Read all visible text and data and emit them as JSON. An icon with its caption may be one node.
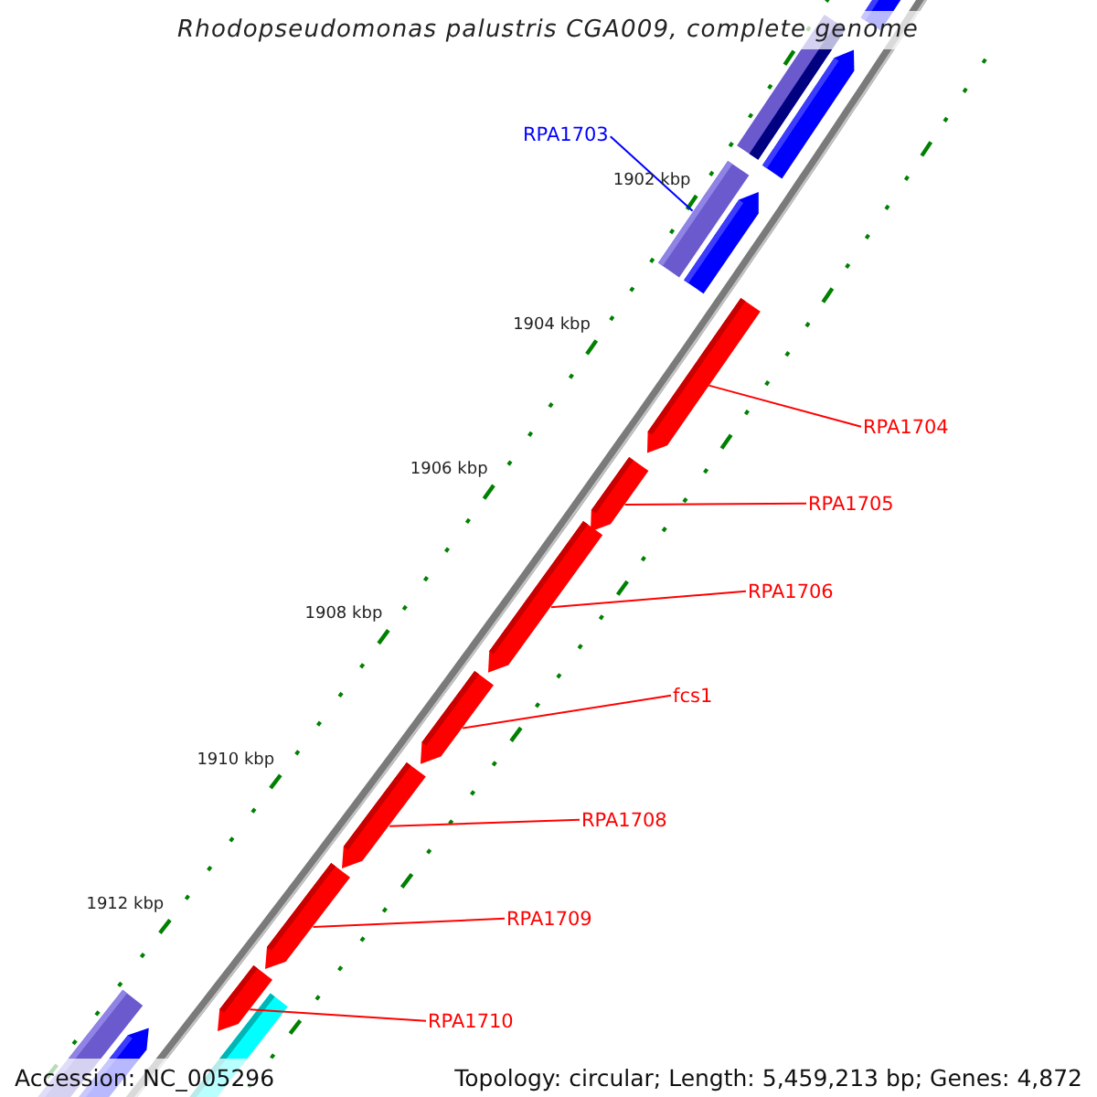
{
  "diagram": {
    "title": "Rhodopseudomonas palustris CGA009, complete genome",
    "nodes": [
      {
        "text": [
          "RPA1703"
        ]
      },
      {
        "text": [],
        "shape": "arrow"
      },
      {
        "text": [
          "RPA1704"
        ]
      },
      {
        "text": [],
        "shape": "arrow"
      },
      {
        "text": [
          "RPA1705"
        ]
      },
      {
        "text": [],
        "shape": "arrow"
      },
      {
        "text": [
          "RPA1706"
        ]
      },
      {
        "text": [],
        "shape": "arrow"
      },
      {
        "text": [
          "fcs1"
        ]
      },
      {
        "text": [],
        "shape": "arrow"
      },
      {
        "text": [
          "RPA1708"
        ]
      },
      {
        "text": [],
        "shape": "arrow"
      },
      {
        "text": [
          "RPA1709"
        ]
      },
      {
        "text": [],
        "shape": "arrow"
      },
      {
        "text": [
          "RPA1710"
        ]
      },
      {
        "text": [],
        "shape": "arrow"
      }
    ],
    "edges": [
      {
        "from": 0,
        "to": 1,
        "arrow": "none",
        "color": "#0000ff"
      },
      {
        "from": 2,
        "to": 3,
        "arrow": "none"
      },
      {
        "from": 4,
        "to": 5,
        "arrow": "none"
      },
      {
        "from": 6,
        "to": 7,
        "arrow": "none"
      },
      {
        "from": 8,
        "to": 9,
        "arrow": "none"
      },
      {
        "from": 10,
        "to": 11,
        "arrow": "none"
      },
      {
        "from": 12,
        "to": 13,
        "arrow": "none"
      },
      {
        "from": 14,
        "to": 15,
        "arrow": "none"
      }
    ],
    "labels": [
      "1902 kbp",
      "1904 kbp",
      "1906 kbp",
      "1908 kbp",
      "1910 kbp",
      "1912 kbp",
      "Accession: NC_005296",
      "Topology: circular; Length: 5,459,213 bp; Genes: 4,872"
    ]
  }
}
